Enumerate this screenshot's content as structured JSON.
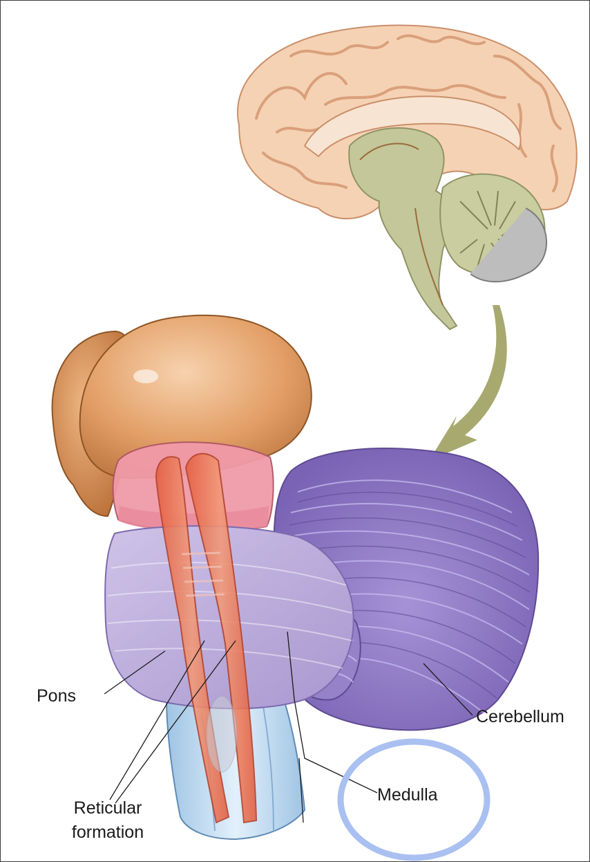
{
  "labels": {
    "pons": "Pons",
    "reticular_line1": "Reticular",
    "reticular_line2": "formation",
    "cerebellum": "Cerebellum",
    "medulla": "Medulla"
  },
  "colors": {
    "cerebrum_sagittal": "#f6d2b4",
    "brainstem_sagittal": "#c3c79a",
    "thalamus": "#e7a66f",
    "reticular": "#e9714f",
    "pons": "#b7a6d6",
    "cerebellum": "#8f7ac4",
    "medulla": "#b8d6ee",
    "highlight_circle": "#a9c0f1",
    "arrow": "#a8a96f"
  }
}
